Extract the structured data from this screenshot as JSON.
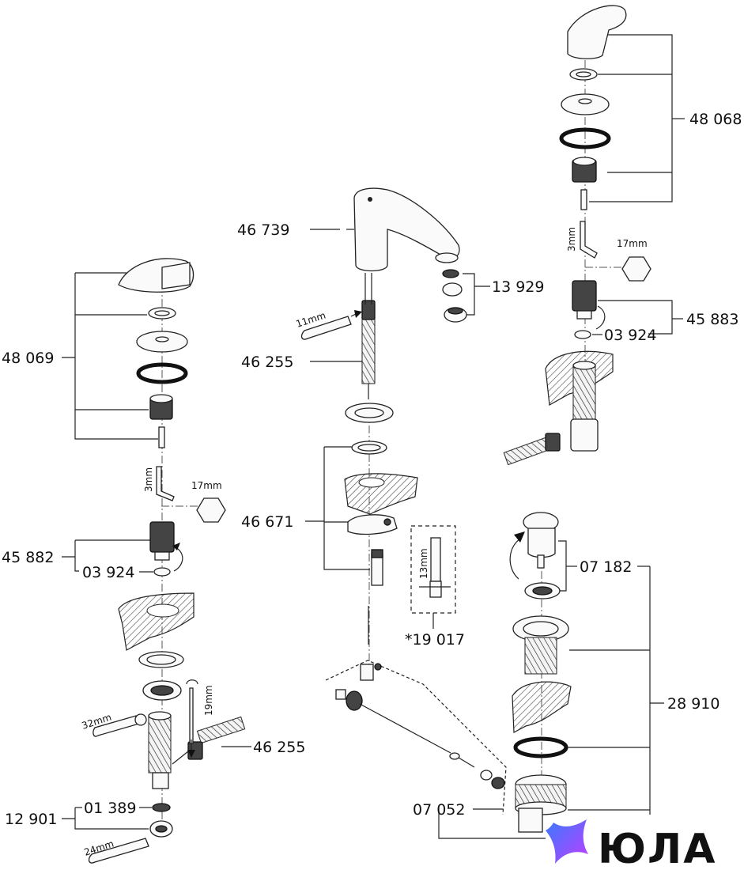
{
  "parts": {
    "p48069": "48 069",
    "p45882": "45 882",
    "p03924_left": "03 924",
    "p46255_left": "46 255",
    "p01389": "01 389",
    "p12901": "12 901",
    "p46739": "46 739",
    "p13929": "13 929",
    "p46255_center": "46 255",
    "p46671": "46 671",
    "p19017": "*19 017",
    "p07052": "07 052",
    "p48068": "48 068",
    "p45883": "45 883",
    "p03924_right": "03 924",
    "p07182": "07 182",
    "p28910": "28 910"
  },
  "tools": {
    "hex_left": "17mm",
    "key_left": "3mm",
    "wrench_32": "32mm",
    "wrench_19": "19mm",
    "wrench_24": "24mm",
    "wrench_11": "11mm",
    "socket_13": "13mm",
    "hex_right": "17mm",
    "key_right": "3mm"
  },
  "watermark": {
    "text": "ЮЛА"
  },
  "colors": {
    "line": "#222222",
    "logo_start": "#3a7bff",
    "logo_end": "#c23cff"
  }
}
